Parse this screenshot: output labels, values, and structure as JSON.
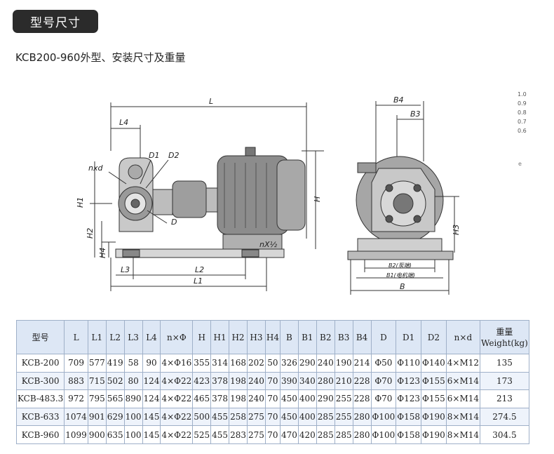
{
  "header": {
    "badge": "型号尺寸",
    "subtitle": "KCB200-960外型、安装尺寸及重量"
  },
  "drawing": {
    "side_labels": [
      "L",
      "L4",
      "D1",
      "D2",
      "nxd",
      "H1",
      "D",
      "H",
      "H2",
      "H4",
      "nX½",
      "L3",
      "L2",
      "L1"
    ],
    "end_labels": [
      "B4",
      "B3",
      "H3",
      "B2(泵端)",
      "B1(电机端)",
      "B"
    ]
  },
  "curve_ticks": [
    "1.0",
    "0.9",
    "0.8",
    "0.7",
    "0.6"
  ],
  "curve_stray": "e",
  "table": {
    "headers": [
      "型号",
      "L",
      "L1",
      "L2",
      "L3",
      "L4",
      "n×Φ",
      "H",
      "H1",
      "H2",
      "H3",
      "H4",
      "B",
      "B1",
      "B2",
      "B3",
      "B4",
      "D",
      "D1",
      "D2",
      "n×d"
    ],
    "weight_header": [
      "重量",
      "Weight(kg)"
    ],
    "rows": [
      [
        "KCB-200",
        "709",
        "577",
        "419",
        "58",
        "90",
        "4×Φ16",
        "355",
        "314",
        "168",
        "202",
        "50",
        "326",
        "290",
        "240",
        "190",
        "214",
        "Φ50",
        "Φ110",
        "Φ140",
        "4×M12",
        "135"
      ],
      [
        "KCB-300",
        "883",
        "715",
        "502",
        "80",
        "124",
        "4×Φ22",
        "423",
        "378",
        "198",
        "240",
        "70",
        "390",
        "340",
        "280",
        "210",
        "228",
        "Φ70",
        "Φ123",
        "Φ155",
        "6×M14",
        "173"
      ],
      [
        "KCB-483.3",
        "972",
        "795",
        "565",
        "890",
        "124",
        "4×Φ22",
        "465",
        "378",
        "198",
        "240",
        "70",
        "450",
        "400",
        "290",
        "255",
        "228",
        "Φ70",
        "Φ123",
        "Φ155",
        "6×M14",
        "213"
      ],
      [
        "KCB-633",
        "1074",
        "901",
        "629",
        "100",
        "145",
        "4×Φ22",
        "500",
        "455",
        "258",
        "275",
        "70",
        "450",
        "400",
        "285",
        "255",
        "280",
        "Φ100",
        "Φ158",
        "Φ190",
        "8×M14",
        "274.5"
      ],
      [
        "KCB-960",
        "1099",
        "900",
        "635",
        "100",
        "145",
        "4×Φ22",
        "525",
        "455",
        "283",
        "275",
        "70",
        "470",
        "420",
        "285",
        "285",
        "280",
        "Φ100",
        "Φ158",
        "Φ190",
        "8×M14",
        "304.5"
      ]
    ]
  }
}
